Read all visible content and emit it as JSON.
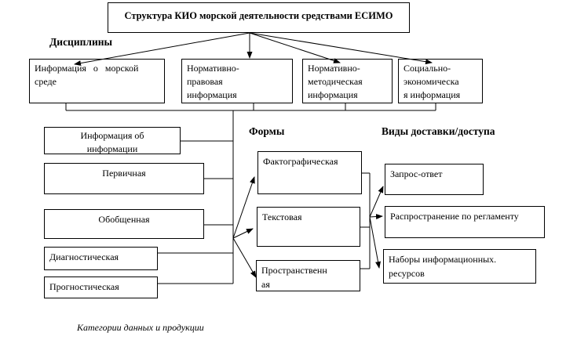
{
  "diagram": {
    "title": "Структура КИО морской деятельности средствами ЕСИМО",
    "labels": {
      "disciplines": "Дисциплины",
      "forms": "Формы",
      "delivery": "Виды доставки/доступа",
      "caption": "Категории данных и продукции"
    },
    "disciplines": [
      "Информация   о   морской\nсреде",
      "Нормативно-\nправовая\nинформация",
      "Нормативно-\nметодическая\nинформация",
      "Социально-\nэкономическа\nя информация"
    ],
    "data_categories": [
      "Информация об\nинформации",
      "Первичная",
      "Обобщенная",
      "Диагностическая",
      "Прогностическая"
    ],
    "forms": [
      "Фактографическая",
      "Текстовая",
      "Пространственн\nая"
    ],
    "delivery_types": [
      "Запрос-ответ",
      "Распространение по регламенту",
      "Наборы информационных.\nресурсов"
    ]
  }
}
